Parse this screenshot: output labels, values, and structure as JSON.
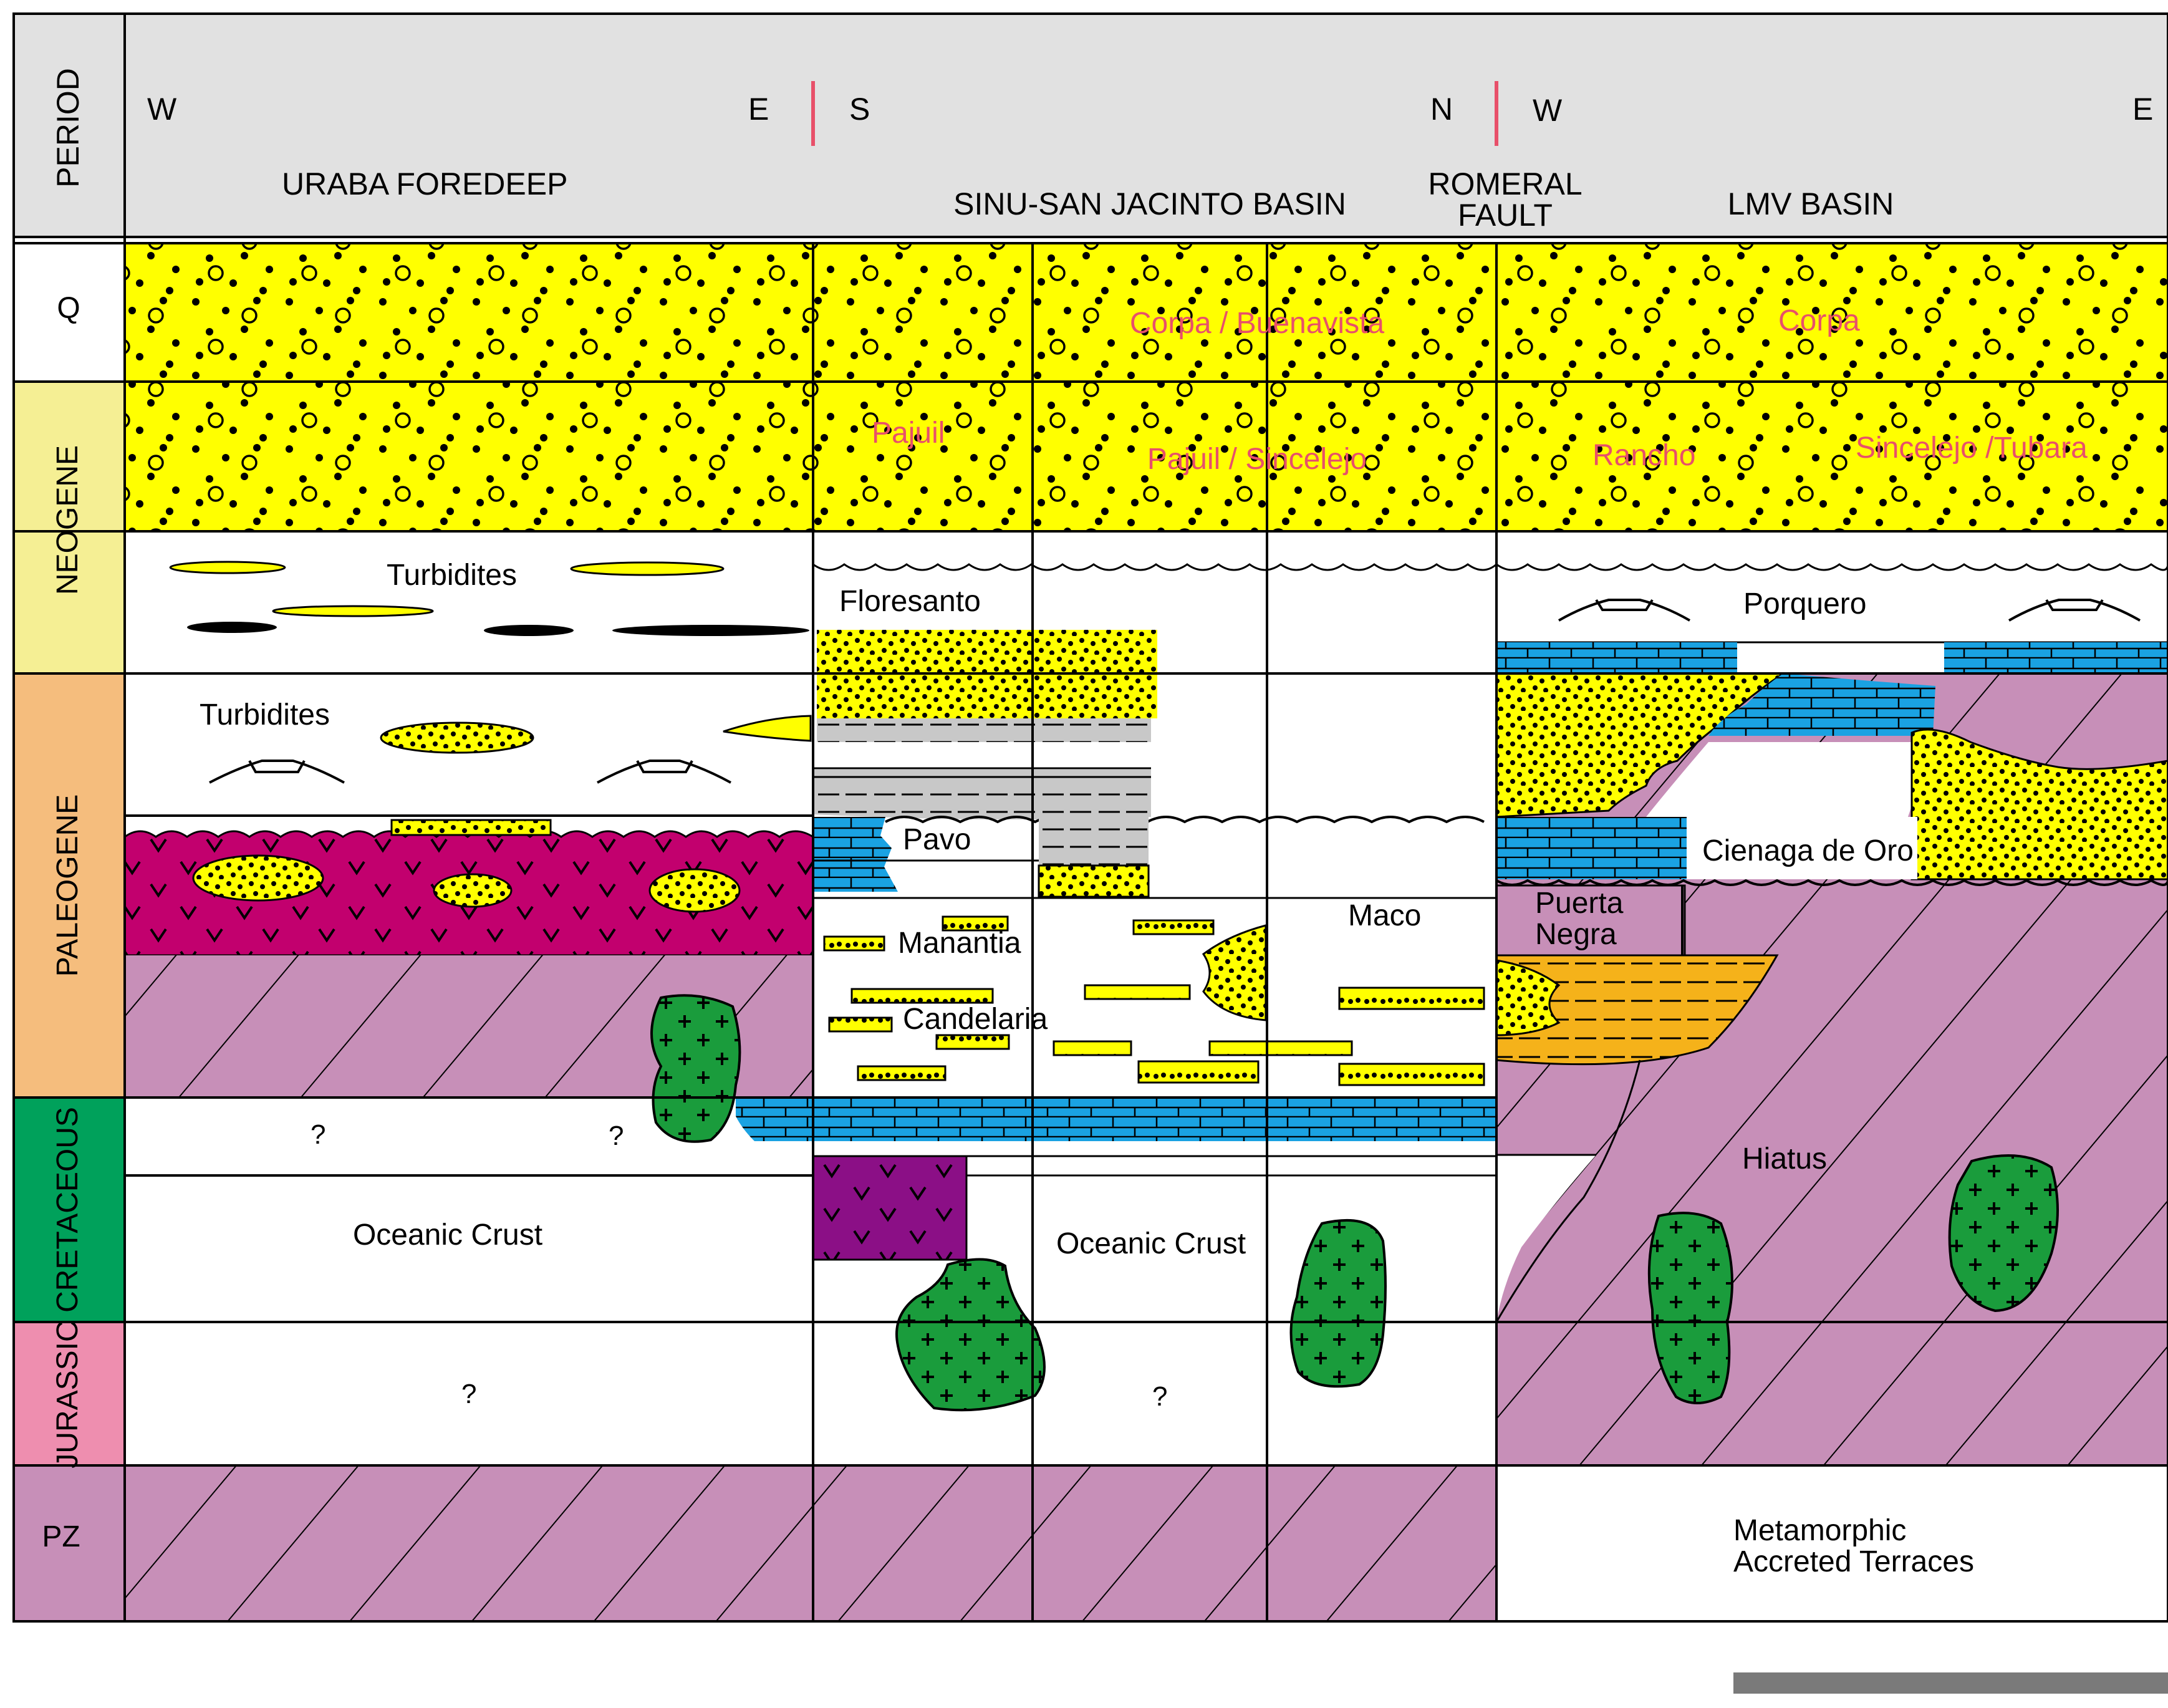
{
  "header": {
    "period_label": "PERIOD",
    "uraba": {
      "west": "W",
      "east": "E",
      "name": "URABA   FOREDEEP"
    },
    "sinu": {
      "south": "S",
      "north": "N",
      "name": "SINU-SAN JACINTO BASIN"
    },
    "romeral": {
      "line1": "ROMERAL",
      "line2": "FAULT"
    },
    "lmv": {
      "west": "W",
      "east": "E",
      "name": "LMV BASIN"
    }
  },
  "periods": {
    "q": "Q",
    "neogene": "NEOGENE",
    "paleogene": "PALEOGENE",
    "cretaceous": "CRETACEOUS",
    "jurassic": "JURASSIC",
    "pz": "PZ"
  },
  "formations": {
    "turbidites_neogene": "Turbidites",
    "turbidites_paleogene": "Turbidites",
    "oceanic_crust_uraba": "Oceanic Crust",
    "q1": "?",
    "q2": "?",
    "q3": "?",
    "q4": "?",
    "corpa_buenavista": "Corpa / Buenavista",
    "pajuil": "Pajuil",
    "pajuil_sincelejo": "Pajuil / Sincelejo",
    "floresanto": "Floresanto",
    "pavo": "Pavo",
    "manantia": "Manantia",
    "candelaria": "Candelaria",
    "maco": "Maco",
    "oceanic_crust_sinu": "Oceanic Crust",
    "corpa": "Corpa",
    "rancho": "Rancho",
    "sincelejo_tubara": "Sincelejo /Tubara",
    "porquero": "Porquero",
    "cienaga_de_oro": "Cienaga de Oro",
    "puerta": "Puerta",
    "negra": "Negra",
    "hiatus": "Hiatus",
    "metamorphic": "Metamorphic",
    "accreted_terraces": "Accreted Terraces"
  },
  "colors": {
    "sand_yellow": "#ffff00",
    "pink_period_neogene": "#f5ef94",
    "paleogene": "#f5bd7d",
    "cretaceous": "#00a15b",
    "jurassic": "#ee8eaf",
    "pz": "#c78fb8",
    "basement": "#c78fb8",
    "volcanic": "#c2006e",
    "limestone": "#1aa2e2",
    "granite": "#1a9c3c",
    "header_bg": "#e1e1e1",
    "red_text": "#e8506a"
  }
}
